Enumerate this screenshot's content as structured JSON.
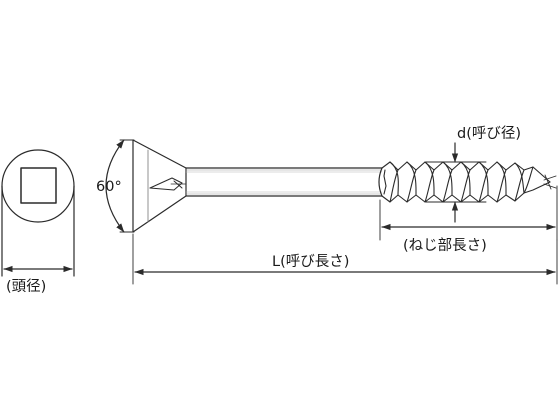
{
  "labels": {
    "angle": "60°",
    "diameter": "d(呼び径)",
    "thread_length": "(ねじ部長さ)",
    "length": "L(呼び長さ)",
    "head_diameter": "(頭径)"
  },
  "colors": {
    "line": "#2b2b2b",
    "background": "#ffffff"
  }
}
